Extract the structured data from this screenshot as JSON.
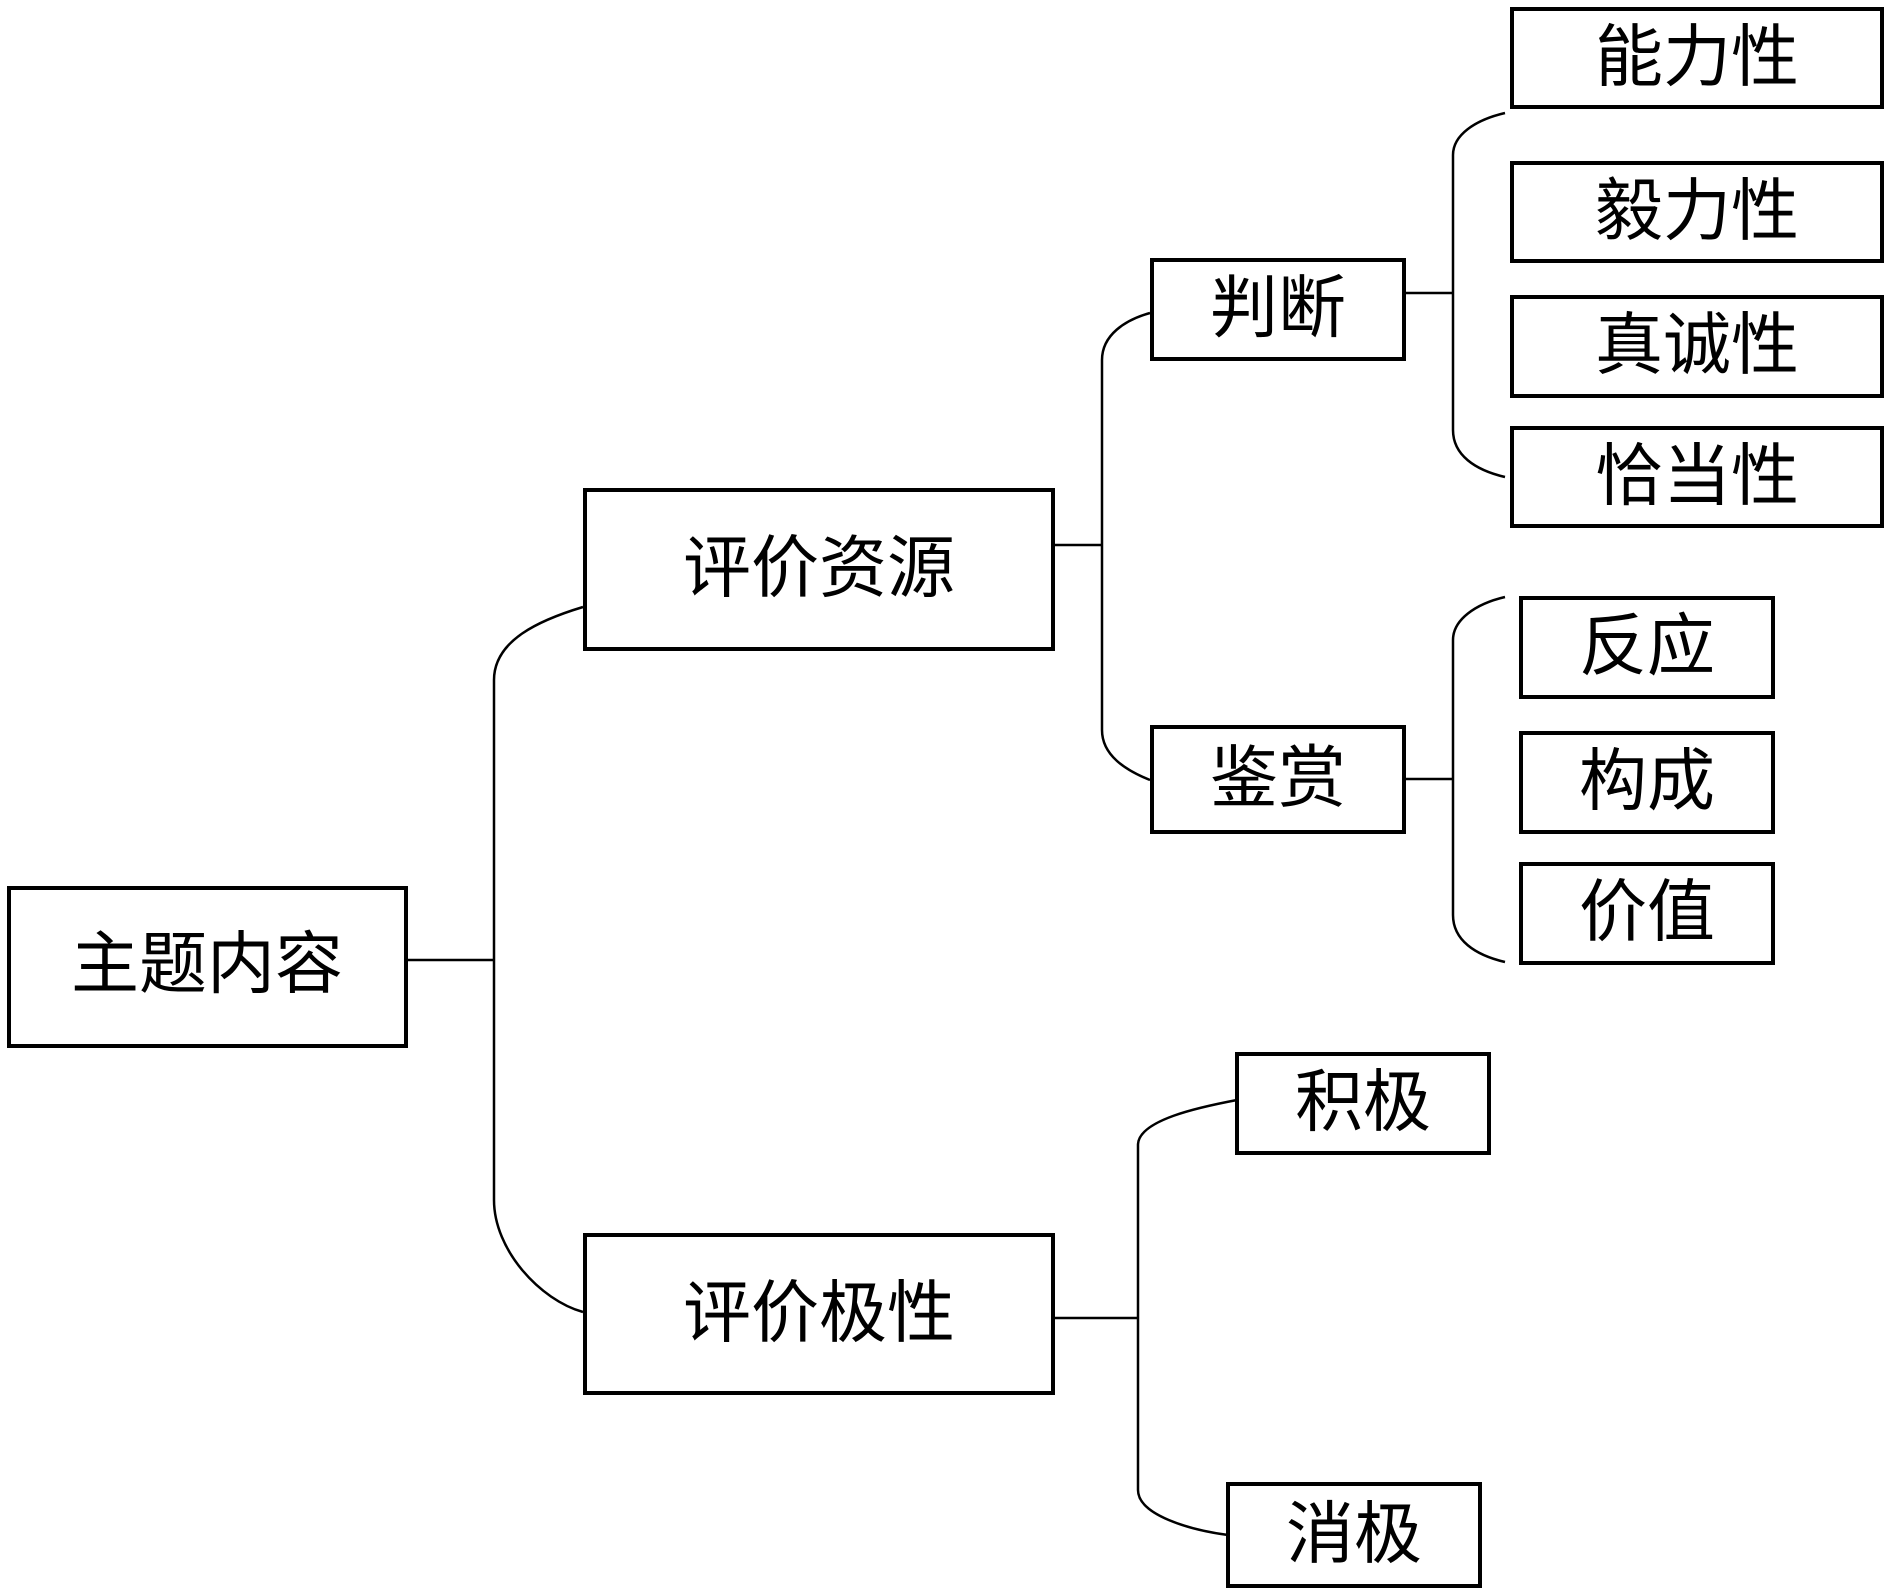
{
  "root": {
    "label": "主题内容"
  },
  "branches": {
    "resource": {
      "label": "评价资源",
      "judgment": {
        "label": "判断",
        "children": [
          "能力性",
          "毅力性",
          "真诚性",
          "恰当性"
        ]
      },
      "appreciation": {
        "label": "鉴赏",
        "children": [
          "反应",
          "构成",
          "价值"
        ]
      }
    },
    "polarity": {
      "label": "评价极性",
      "children": [
        "积极",
        "消极"
      ]
    }
  }
}
